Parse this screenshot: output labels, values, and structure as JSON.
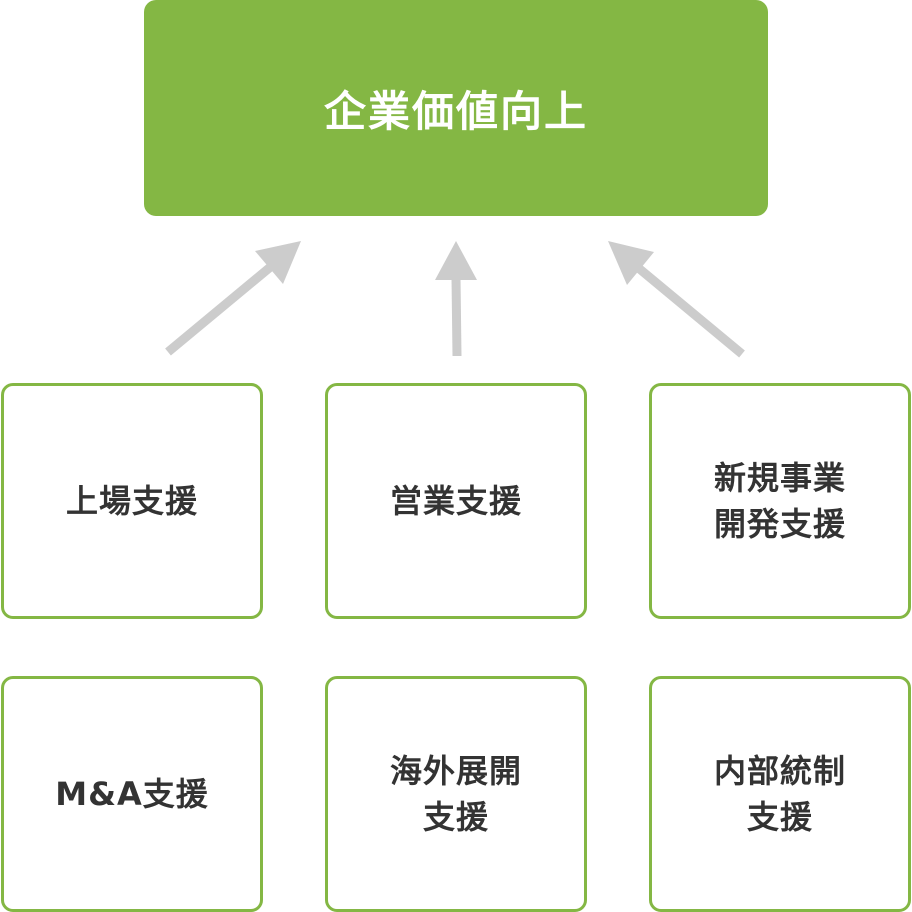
{
  "goal": {
    "label": "企業価値向上"
  },
  "supports": [
    {
      "line1": "上場支援",
      "line2": ""
    },
    {
      "line1": "営業支援",
      "line2": ""
    },
    {
      "line1": "新規事業",
      "line2": "開発支援"
    },
    {
      "line1": "M&A支援",
      "line2": ""
    },
    {
      "line1": "海外展開",
      "line2": "支援"
    },
    {
      "line1": "内部統制",
      "line2": "支援"
    }
  ],
  "colors": {
    "accent": "#84b744",
    "arrow": "#cccccc",
    "text": "#333333",
    "goal_text": "#ffffff"
  }
}
